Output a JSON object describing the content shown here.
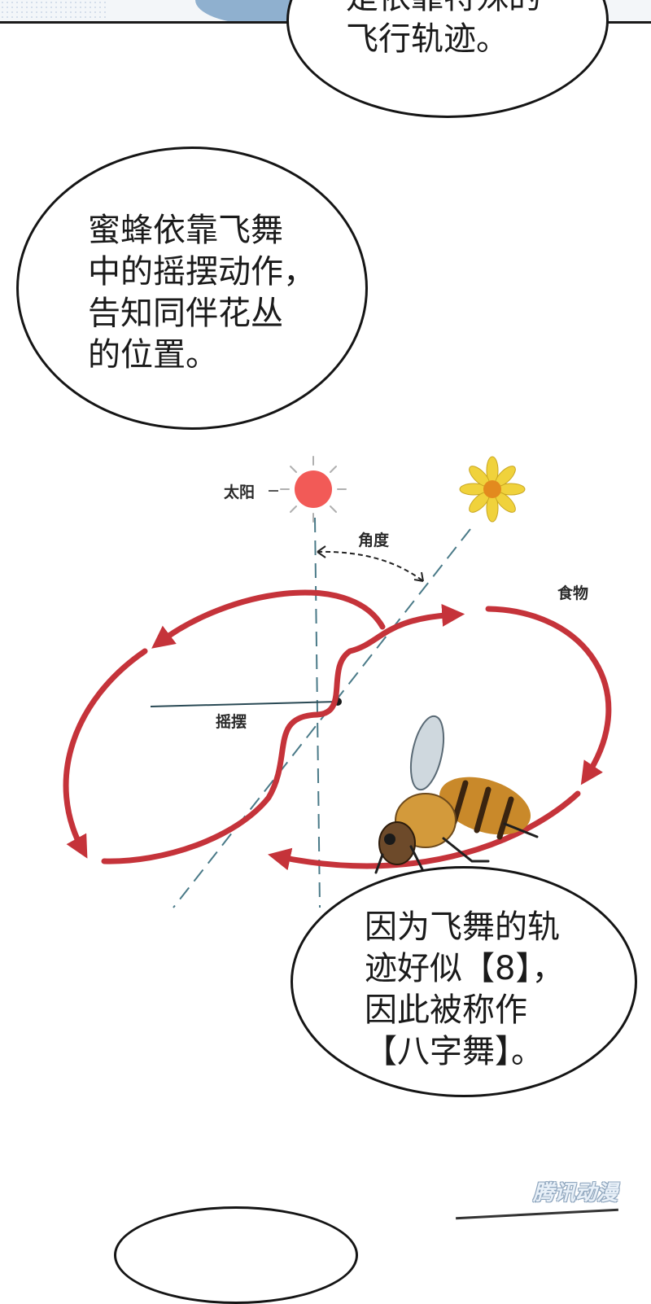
{
  "bubbles": {
    "top": {
      "text": "是依靠特殊的\n飞行轨迹。"
    },
    "upper": {
      "text": "蜜蜂依靠飞舞\n中的摇摆动作，\n告知同伴花丛\n的位置。"
    },
    "lower": {
      "text": "因为飞舞的轨\n迹好似【8】，\n因此被称作\n【八字舞】。"
    }
  },
  "diagram": {
    "labels": {
      "sun": "太阳",
      "angle": "角度",
      "food": "食物",
      "waggle": "摇摆"
    },
    "colors": {
      "arrow": "#c5333a",
      "sun": "#f25a57",
      "guide": "#4a7a88",
      "flower": "#f0d23c"
    }
  },
  "watermark": {
    "text": "腾讯动漫"
  }
}
